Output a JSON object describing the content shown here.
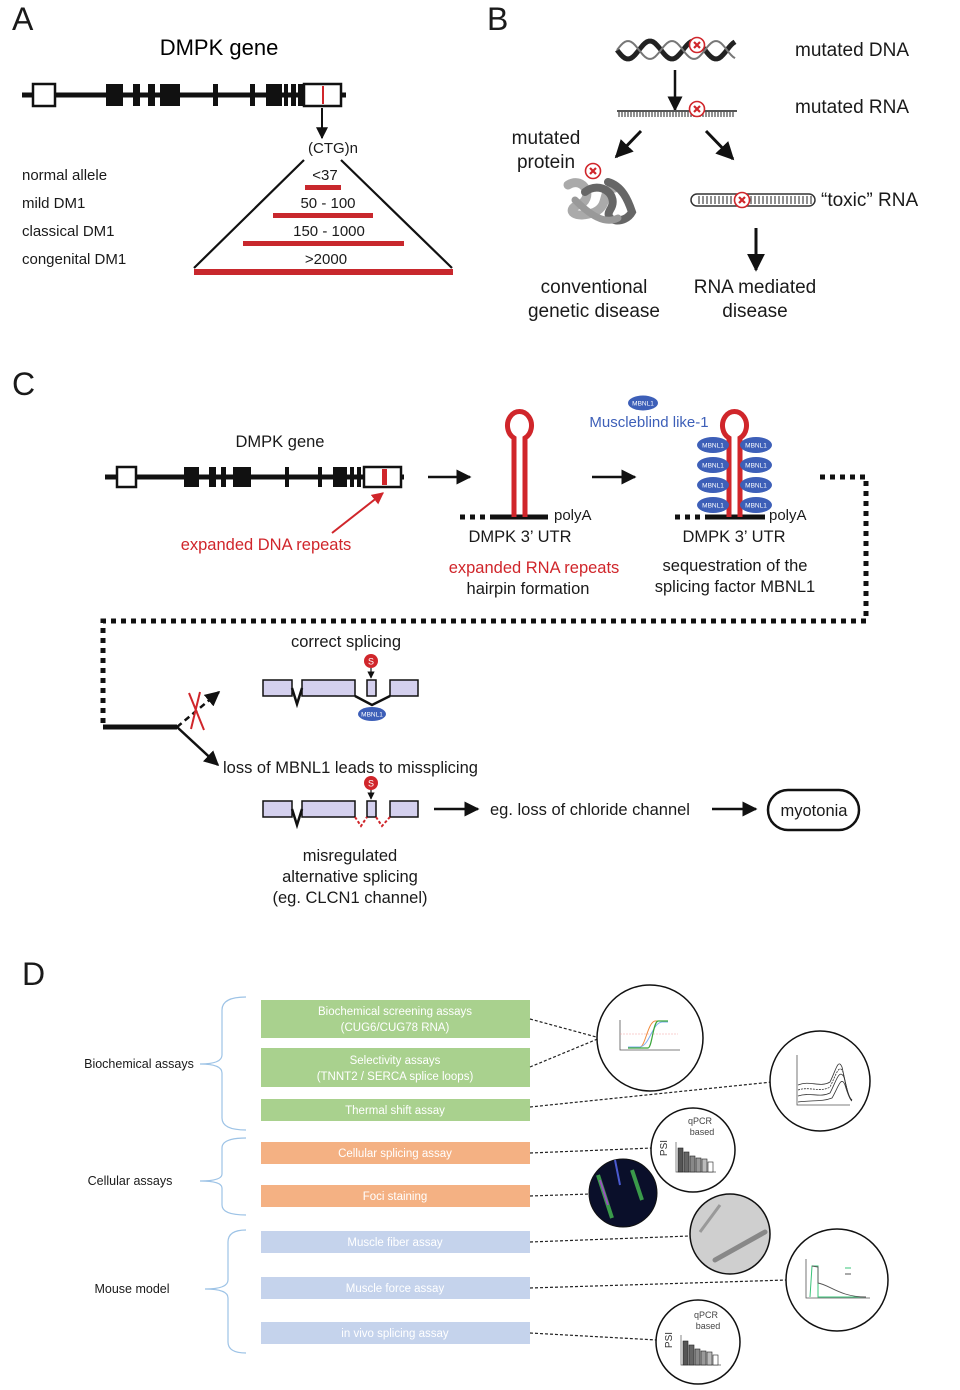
{
  "panel_a": {
    "label": "A",
    "title": "DMPK gene",
    "repeat": "(CTG)n",
    "categories": [
      "normal allele",
      "mild DM1",
      "classical DM1",
      "congenital DM1"
    ],
    "ranges": [
      "<37",
      "50 - 100",
      "150 - 1000",
      ">2000"
    ]
  },
  "panel_b": {
    "label": "B",
    "mutated_dna": "mutated DNA",
    "mutated_rna": "mutated RNA",
    "mutated_protein_1": "mutated",
    "mutated_protein_2": "protein",
    "toxic_rna": "“toxic” RNA",
    "conventional_1": "conventional",
    "conventional_2": "genetic disease",
    "rna_mediated_1": "RNA mediated",
    "rna_mediated_2": "disease"
  },
  "panel_c": {
    "label": "C",
    "gene_title": "DMPK gene",
    "expanded_dna": "expanded DNA repeats",
    "polyA": "polyA",
    "utr": "DMPK 3’ UTR",
    "expanded_rna": "expanded RNA repeats",
    "hairpin": "hairpin formation",
    "mbnl": "MBNL1",
    "muscleblind": "Muscleblind like-1",
    "sequestration_1": "sequestration of the",
    "sequestration_2": "splicing factor MBNL1",
    "correct_splicing": "correct splicing",
    "splice_site": "S",
    "loss": "loss of MBNL1 leads to missplicing",
    "chloride": "eg. loss of chloride channel",
    "myotonia": "myotonia",
    "misregulated_1": "misregulated",
    "misregulated_2": "alternative splicing",
    "misregulated_3": "(eg. CLCN1 channel)",
    "colors": {
      "repeat_red": "#d0262b",
      "mbnl_blue": "#3d5fb8",
      "exon_fill": "#d4d0ee"
    }
  },
  "panel_d": {
    "label": "D",
    "groups": [
      {
        "name": "Biochemical assays",
        "color": "#a9d18e",
        "assays": [
          "Biochemical screening assays",
          "(CUG6/CUG78 RNA)",
          "Selectivity assays",
          "(TNNT2 / SERCA splice loops)",
          "Thermal shift assay"
        ]
      },
      {
        "name": "Cellular assays",
        "color": "#f4b183",
        "assays": [
          "Cellular splicing assay",
          "Foci staining"
        ]
      },
      {
        "name": "Mouse model",
        "color": "#c5d3ec",
        "assays": [
          "Muscle fiber assay",
          "Muscle force assay",
          "in vivo splicing assay"
        ]
      }
    ],
    "inset_qpcr_1": "qPCR",
    "inset_qpcr_2": "based",
    "inset_psi": "PSI"
  }
}
